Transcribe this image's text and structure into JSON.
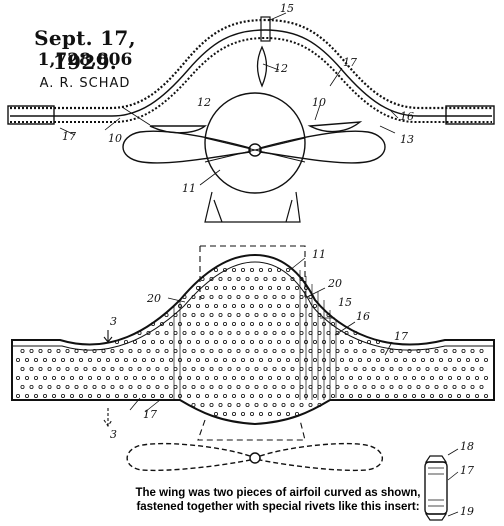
{
  "header": {
    "date": "Sept. 17, 1929.",
    "patent_number": "1,728,806",
    "inventor": "A. R. SCHAD"
  },
  "caption": {
    "line1": "The wing was two pieces of airfoil curved as shown,",
    "line2": "fastened together with special rivets like this insert:"
  },
  "reference_numerals": {
    "n15_top": "15",
    "n12_top": "12",
    "n17_top": "17",
    "n16_top": "16",
    "n12_left": "12",
    "n10_right": "10",
    "n17_left": "17",
    "n10_left": "10",
    "n13": "13",
    "n11_top": "11",
    "n11_plan": "11",
    "n20_right": "20",
    "n20_left": "20",
    "n15_plan": "15",
    "n16_plan": "16",
    "n17_plan": "17",
    "n3_top": "3",
    "n17_bottom": "17",
    "n3_bottom": "3",
    "n18": "18",
    "n17_insert": "17",
    "n19": "19"
  }
}
